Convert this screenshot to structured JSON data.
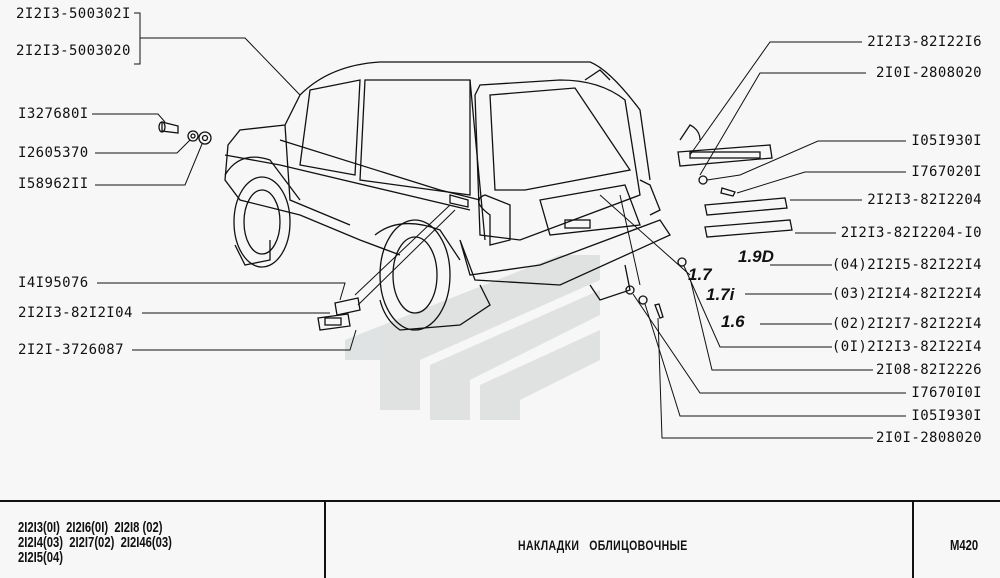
{
  "left_labels": {
    "bracket_top": "2I2I3-500302I",
    "bracket_bottom": "2I2I3-5003020",
    "bolt": "I327680I",
    "washer": "I2605370",
    "nut": "I58962II",
    "lamp_screw": "I4I95076",
    "lamp_pad": "2I2I3-82I2I04",
    "side_lamp": "2I2I-3726087"
  },
  "right_labels": [
    "2I2I3-82I22I6",
    "2I0I-2808020",
    "I05I930I",
    "I767020I",
    "2I2I3-82I2204",
    "2I2I3-82I2204-I0",
    "(04)2I2I5-82I22I4",
    "(03)2I2I4-82I22I4",
    "(02)2I2I7-82I22I4",
    "(0I)2I2I3-82I22I4",
    "2I08-82I2226",
    "I7670I0I",
    "I05I930I",
    "2I0I-2808020"
  ],
  "badges": [
    "1.9D",
    "1.7",
    "1.7i",
    "1.6"
  ],
  "footer": {
    "models": [
      [
        "2I2I3(0I)",
        "2I2I6(0I)",
        "2I2I8 (02)"
      ],
      [
        "2I2I4(03)",
        "2I2I7(02)",
        "2I2I46(03)"
      ],
      [
        "2I2I5(04)"
      ]
    ],
    "title": "НАКЛАДКИ   ОБЛИЦОВОЧНЫЕ",
    "sheet": "M420"
  }
}
